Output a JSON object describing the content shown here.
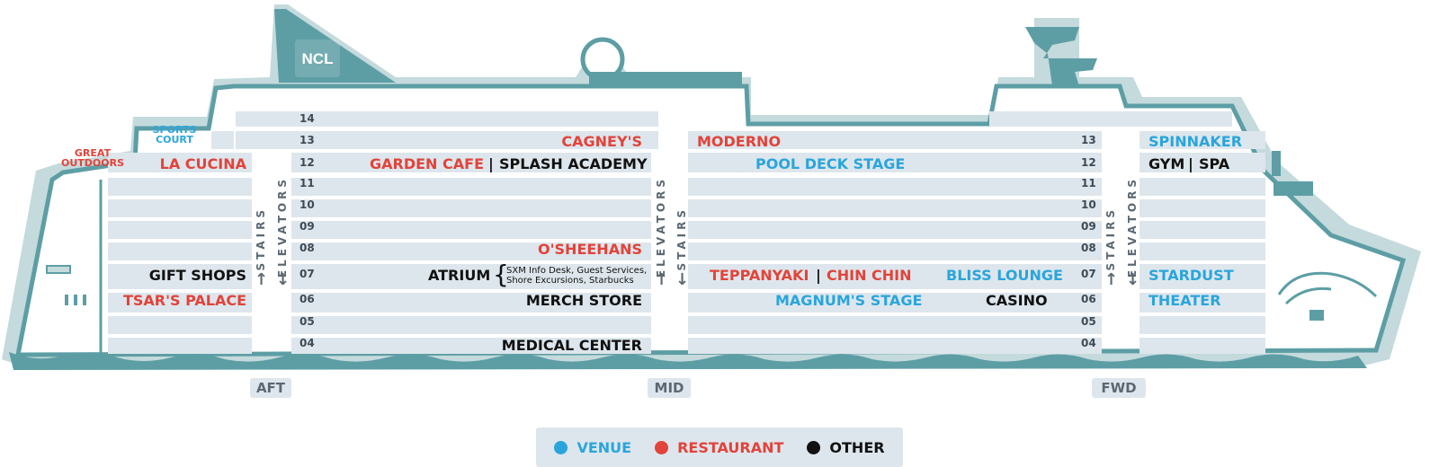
{
  "decks": [
    "14",
    "13",
    "12",
    "11",
    "10",
    "09",
    "08",
    "07",
    "06",
    "05",
    "04"
  ],
  "brand": {
    "logo_text": "NCL"
  },
  "outdoor": {
    "sports_court": "SPORTS COURT",
    "great_outdoors": "GREAT OUTDOORS"
  },
  "aft": {
    "la_cucina": "LA CUCINA",
    "gift_shops": "GIFT SHOPS",
    "tsars_palace": "TSAR'S PALACE",
    "stairs": "STAIRS",
    "elevators": "ELEVATORS"
  },
  "mid_aft": {
    "cagneys": "CAGNEY'S",
    "garden_cafe": "GARDEN CAFE",
    "splash_academy": "SPLASH ACADEMY",
    "osheehans": "O'SHEEHANS",
    "atrium": "ATRIUM",
    "atrium_detail_1": "SXM Info Desk, Guest Services,",
    "atrium_detail_2": "Shore Excursions, Starbucks",
    "merch_store": "MERCH STORE",
    "medical_center": "MEDICAL CENTER",
    "separator": "|"
  },
  "mid": {
    "elevators": "ELEVATORS",
    "stairs": "STAIRS"
  },
  "mid_fwd": {
    "moderno": "MODERNO",
    "pool_deck_stage": "POOL DECK STAGE",
    "teppanyaki": "TEPPANYAKI",
    "chin_chin": "CHIN CHIN",
    "bliss_lounge": "BLISS LOUNGE",
    "magnums_stage": "MAGNUM'S STAGE",
    "casino": "CASINO"
  },
  "fwd": {
    "stairs": "STAIRS",
    "elevators": "ELEVATORS",
    "spinnaker": "SPINNAKER",
    "gym": "GYM",
    "spa": "SPA",
    "stardust": "STARDUST",
    "theater": "THEATER"
  },
  "sections": {
    "aft": "AFT",
    "mid": "MID",
    "fwd": "FWD"
  },
  "legend": {
    "venue": "VENUE",
    "restaurant": "RESTAURANT",
    "other": "OTHER"
  },
  "colors": {
    "hull": "#5d9ea5",
    "hull_light": "#c4dadc",
    "deck_band": "#dde6ec",
    "venue": "#2aa5dc",
    "restaurant": "#e2433a",
    "other": "#111111"
  }
}
